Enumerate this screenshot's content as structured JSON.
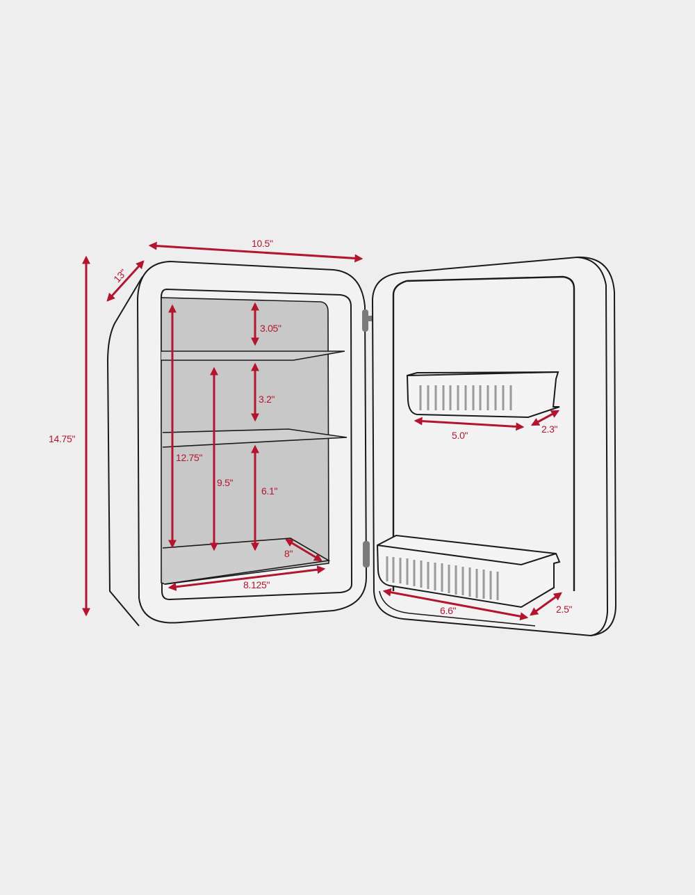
{
  "diagram": {
    "subject": "Mini fridge with door open, dimensions",
    "accent_color": "#b3152f",
    "outline_color": "#1a1a1a",
    "interior_color": "#c8c8c8",
    "background_color": "#efefef",
    "dimensions": {
      "overall_height": "14.75\"",
      "overall_width": "10.5\"",
      "overall_depth": "13\"",
      "interior_height": "12.75\"",
      "lower_section_height": "9.5\"",
      "top_shelf_clearance": "3.05\"",
      "middle_shelf_clearance": "3.2\"",
      "bottom_section_clearance": "6.1\"",
      "interior_depth": "8\"",
      "interior_width": "8.125\"",
      "upper_door_bin_width": "5.0\"",
      "upper_door_bin_depth": "2.3\"",
      "lower_door_bin_width": "6.6\"",
      "lower_door_bin_depth": "2.5\""
    }
  }
}
